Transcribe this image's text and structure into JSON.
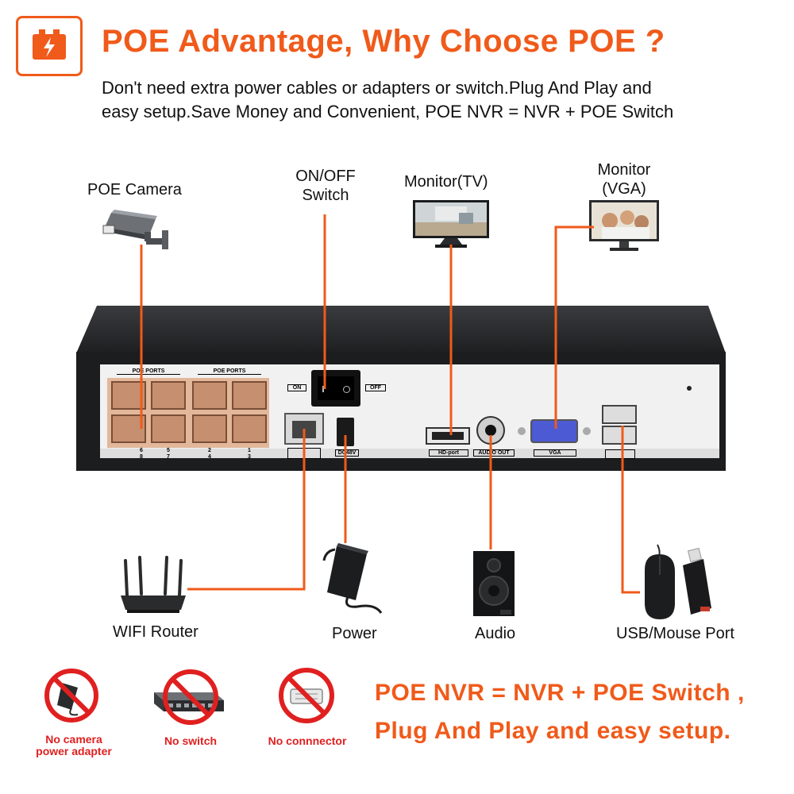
{
  "header": {
    "title": "POE Advantage, Why Choose POE ?",
    "subtitle_line1": "Don't need extra power cables or adapters or switch.Plug And Play and",
    "subtitle_line2": "easy setup.Save Money and Convenient, POE NVR = NVR + POE Switch"
  },
  "devices": {
    "poe_camera": "POE Camera",
    "onoff_line1": "ON/OFF",
    "onoff_line2": "Switch",
    "monitor_tv": "Monitor(TV)",
    "monitor_vga_line1": "Monitor",
    "monitor_vga_line2": "(VGA)",
    "wifi_router": "WIFI Router",
    "power": "Power",
    "audio": "Audio",
    "usb_mouse": "USB/Mouse Port"
  },
  "panel": {
    "poe_ports_left": "POE PORTS",
    "poe_ports_right": "POE PORTS",
    "on": "ON",
    "off": "OFF",
    "dc": "DC48V",
    "hd_port": "HD-port",
    "audio_out": "AUDIO OUT",
    "vga": "VGA",
    "port_numbers_top": [
      "6",
      "5",
      "2",
      "1"
    ],
    "port_numbers_bottom": [
      "8",
      "7",
      "4",
      "3"
    ]
  },
  "no_items": {
    "no_adapter_line1": "No camera",
    "no_adapter_line2": "power adapter",
    "no_switch": "No switch",
    "no_connector": "No connnector"
  },
  "slogan": {
    "line1": "POE NVR = NVR + POE Switch ,",
    "line2": "Plug And Play and easy setup."
  },
  "colors": {
    "accent": "#f05a1a",
    "prohibit": "#e02020",
    "nvr_body": "#2a2b2e",
    "nvr_panel": "#e8e8e8"
  }
}
